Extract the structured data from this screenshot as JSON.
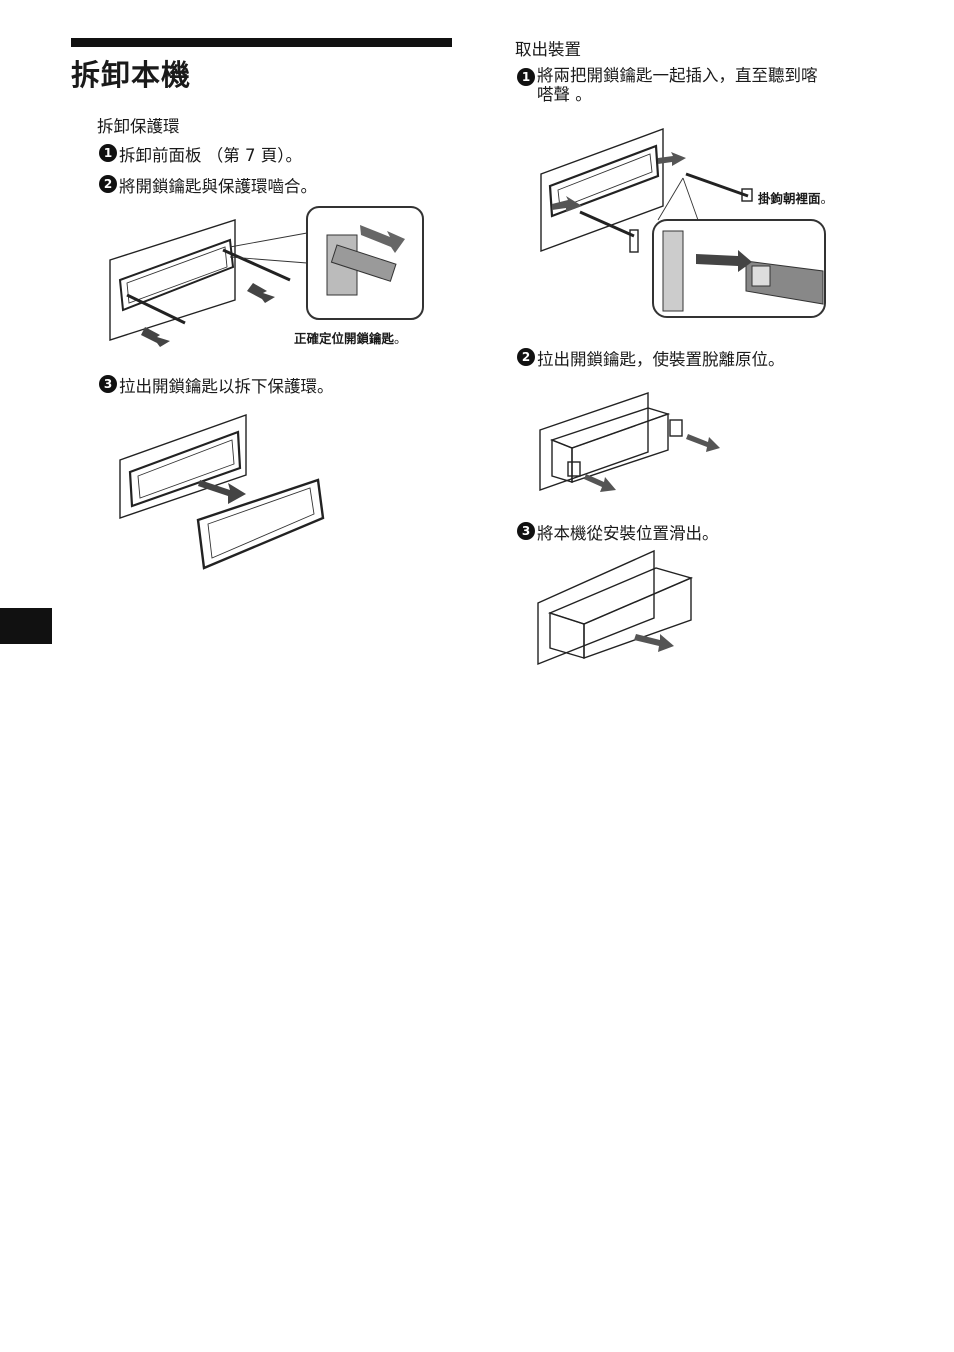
{
  "title": "拆卸本機",
  "left": {
    "subheading": "拆卸保護環",
    "steps": [
      {
        "num": "1",
        "text": "拆卸前面板 （第 7 頁）。"
      },
      {
        "num": "2",
        "text": "將開鎖鑰匙與保護環嚙合。"
      },
      {
        "num": "3",
        "text": "拉出開鎖鑰匙以拆下保護環。"
      }
    ],
    "fig1_label": "正確定位開鎖鑰匙",
    "fig1_label_suffix": "。"
  },
  "right": {
    "subheading": "取出裝置",
    "step1_line1": "將兩把開鎖鑰匙一起插入，直至聽到喀",
    "step1_line2": "嗒聲 。",
    "step1_num": "1",
    "fig_label": "掛鉤朝裡面",
    "fig_label_suffix": "。",
    "step2": {
      "num": "2",
      "text": "拉出開鎖鑰匙，使裝置脫離原位。"
    },
    "step3": {
      "num": "3",
      "text": "將本機從安裝位置滑出。"
    }
  }
}
